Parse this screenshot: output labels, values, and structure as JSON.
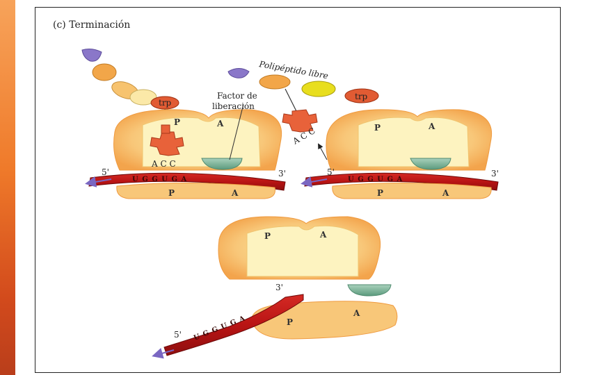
{
  "figure": {
    "title": "(c) Terminación",
    "label_polypeptide": "Polipéptido libre",
    "label_factor_line1": "Factor de",
    "label_factor_line2": "liberación",
    "amino_acid_trp": "trp",
    "site_P": "P",
    "site_A": "A",
    "end_5": "5'",
    "end_3": "3'",
    "anticodon": "A C C",
    "mrna_codons": "U G G U G A"
  },
  "colors": {
    "side_bar": "#ef7a2a",
    "ribosome_outer": "#f6b25a",
    "ribosome_inner": "#fdf3c0",
    "mrna": "#c01818",
    "trna": "#e8623a",
    "release_factor": "#7fb59a",
    "bead_purple": "#8a77c9",
    "bead_orange": "#f2a649",
    "bead_cream": "#fbe9a8",
    "bead_yellow": "#e8de1e",
    "bead_trp": "#e15b33"
  }
}
